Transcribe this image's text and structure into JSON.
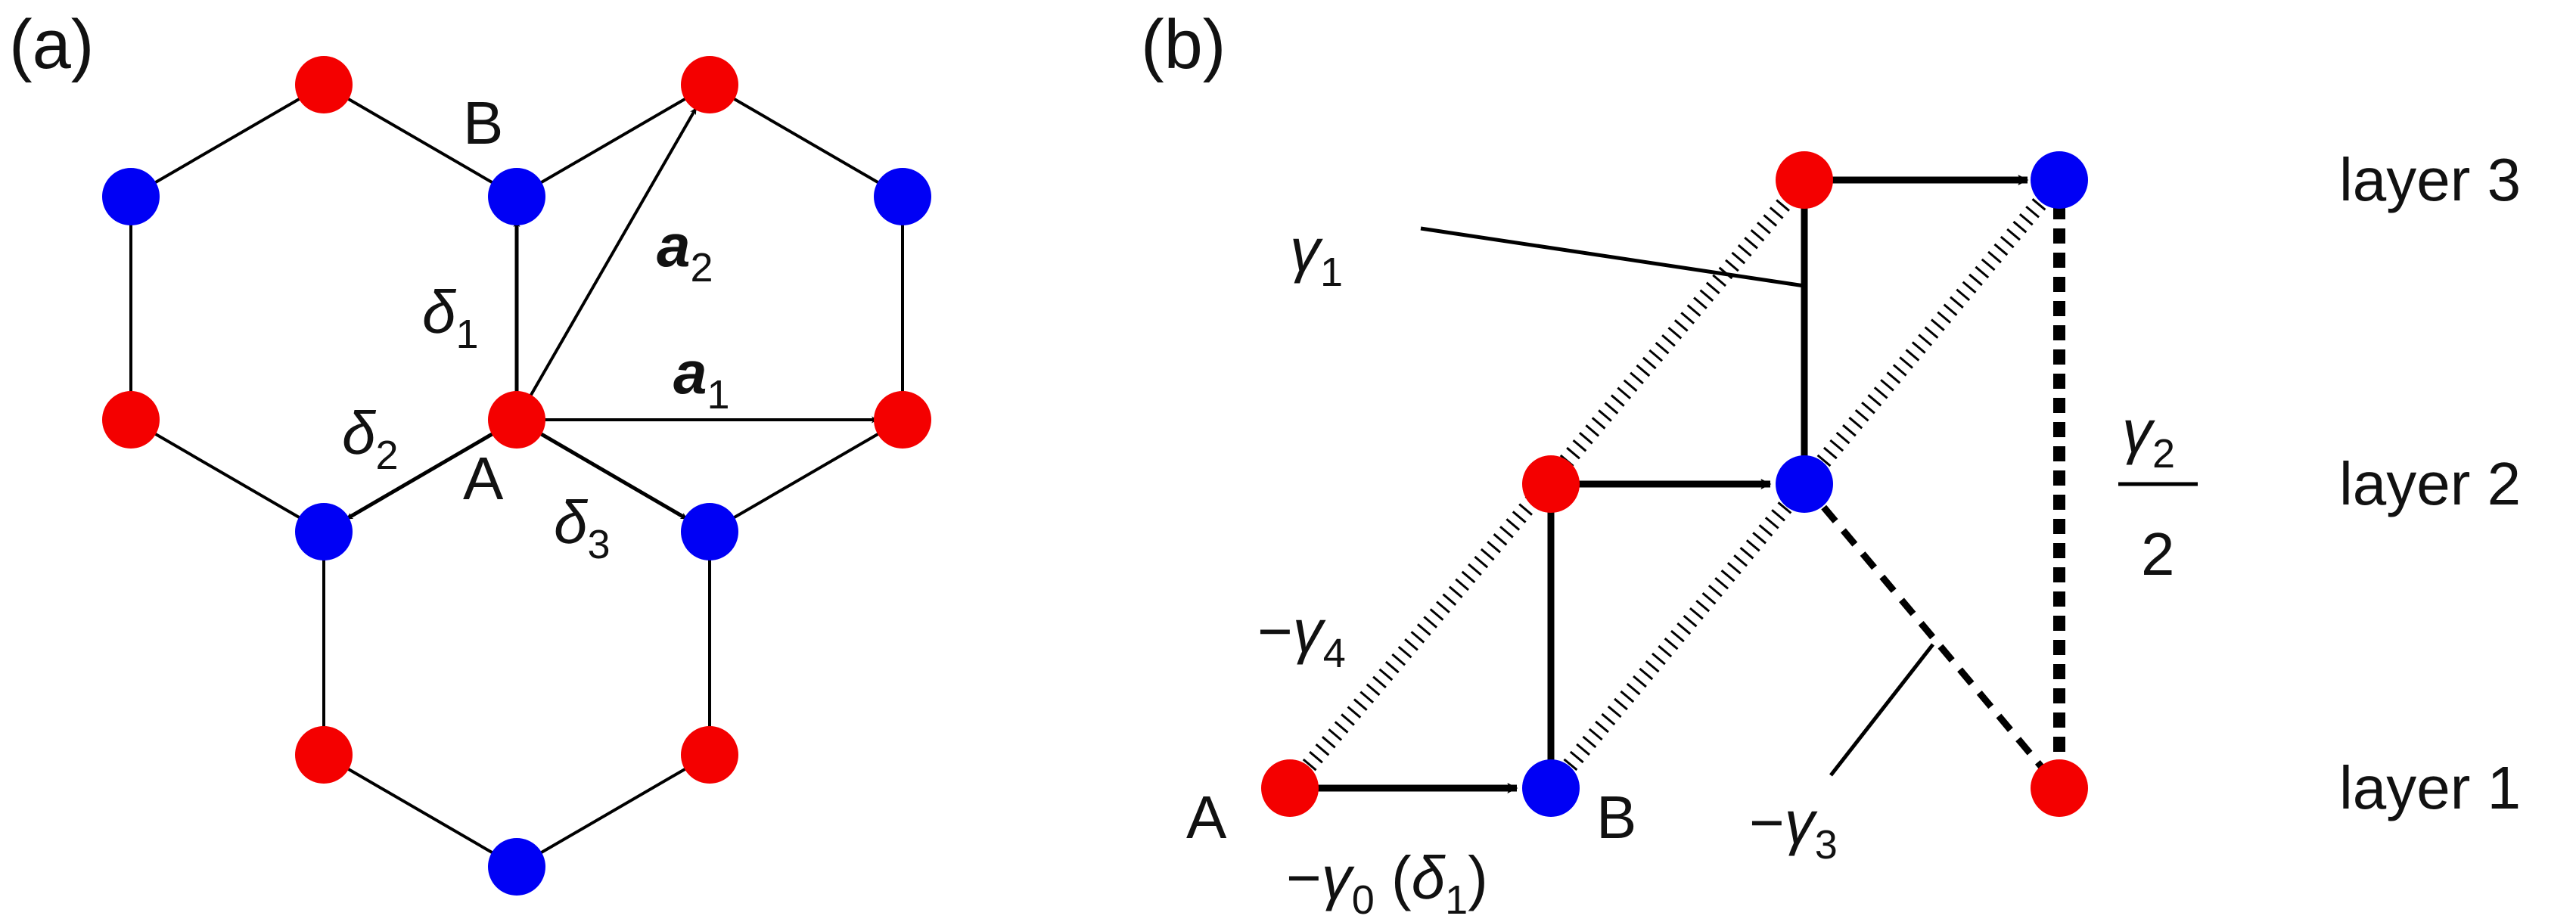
{
  "colors": {
    "atom_a": "#f40000",
    "atom_b": "#0000f5",
    "line": "#000000",
    "text": "#111111"
  },
  "panel_a": {
    "panel_label": "(a)",
    "site_a_label": "A",
    "site_b_label": "B",
    "delta_symbol": "δ",
    "delta1_sub": "1",
    "delta2_sub": "2",
    "delta3_sub": "3",
    "a_symbol": "a",
    "a1_sub": "1",
    "a2_sub": "2"
  },
  "panel_b": {
    "panel_label": "(b)",
    "layer1": "layer 1",
    "layer2": "layer 2",
    "layer3": "layer 3",
    "site_a_label": "A",
    "site_b_label": "B",
    "gamma_symbol": "γ",
    "minus": "−",
    "gamma0_sub": "0",
    "gamma1_sub": "1",
    "gamma2_sub": "2",
    "gamma3_sub": "3",
    "gamma4_sub": "4",
    "gamma2_denominator": "2",
    "delta_paren_open": " (",
    "delta_symbol": "δ",
    "delta1_sub": "1",
    "delta_paren_close": ")"
  }
}
